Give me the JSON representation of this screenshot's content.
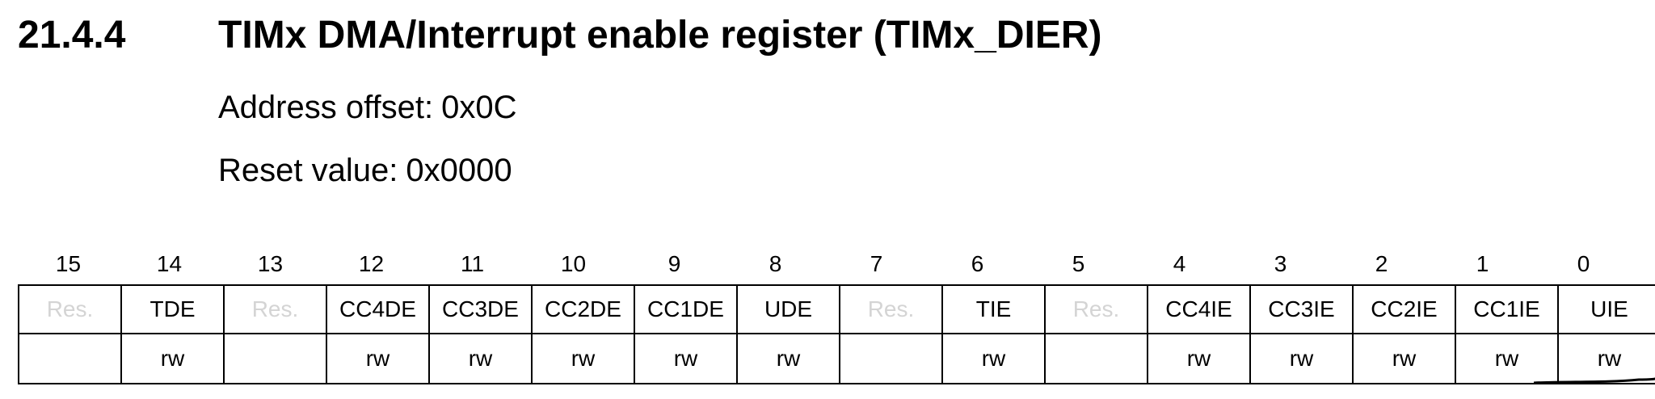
{
  "header": {
    "section_number": "21.4.4",
    "title": "TIMx DMA/Interrupt enable register (TIMx_DIER)"
  },
  "address_offset": {
    "label": "Address offset:",
    "value": "0x0C"
  },
  "reset_value": {
    "label": "Reset value:",
    "value": "0x0000"
  },
  "register": {
    "bit_numbers": [
      "15",
      "14",
      "13",
      "12",
      "11",
      "10",
      "9",
      "8",
      "7",
      "6",
      "5",
      "4",
      "3",
      "2",
      "1",
      "0"
    ],
    "fields": [
      {
        "name": "Res.",
        "access": "",
        "reserved": true
      },
      {
        "name": "TDE",
        "access": "rw",
        "reserved": false
      },
      {
        "name": "Res.",
        "access": "",
        "reserved": true
      },
      {
        "name": "CC4DE",
        "access": "rw",
        "reserved": false
      },
      {
        "name": "CC3DE",
        "access": "rw",
        "reserved": false
      },
      {
        "name": "CC2DE",
        "access": "rw",
        "reserved": false
      },
      {
        "name": "CC1DE",
        "access": "rw",
        "reserved": false
      },
      {
        "name": "UDE",
        "access": "rw",
        "reserved": false
      },
      {
        "name": "Res.",
        "access": "",
        "reserved": true
      },
      {
        "name": "TIE",
        "access": "rw",
        "reserved": false
      },
      {
        "name": "Res.",
        "access": "",
        "reserved": true
      },
      {
        "name": "CC4IE",
        "access": "rw",
        "reserved": false
      },
      {
        "name": "CC3IE",
        "access": "rw",
        "reserved": false
      },
      {
        "name": "CC2IE",
        "access": "rw",
        "reserved": false
      },
      {
        "name": "CC1IE",
        "access": "rw",
        "reserved": false
      },
      {
        "name": "UIE",
        "access": "rw",
        "reserved": false
      }
    ],
    "reserved_text_color": "#d4d4d4"
  }
}
